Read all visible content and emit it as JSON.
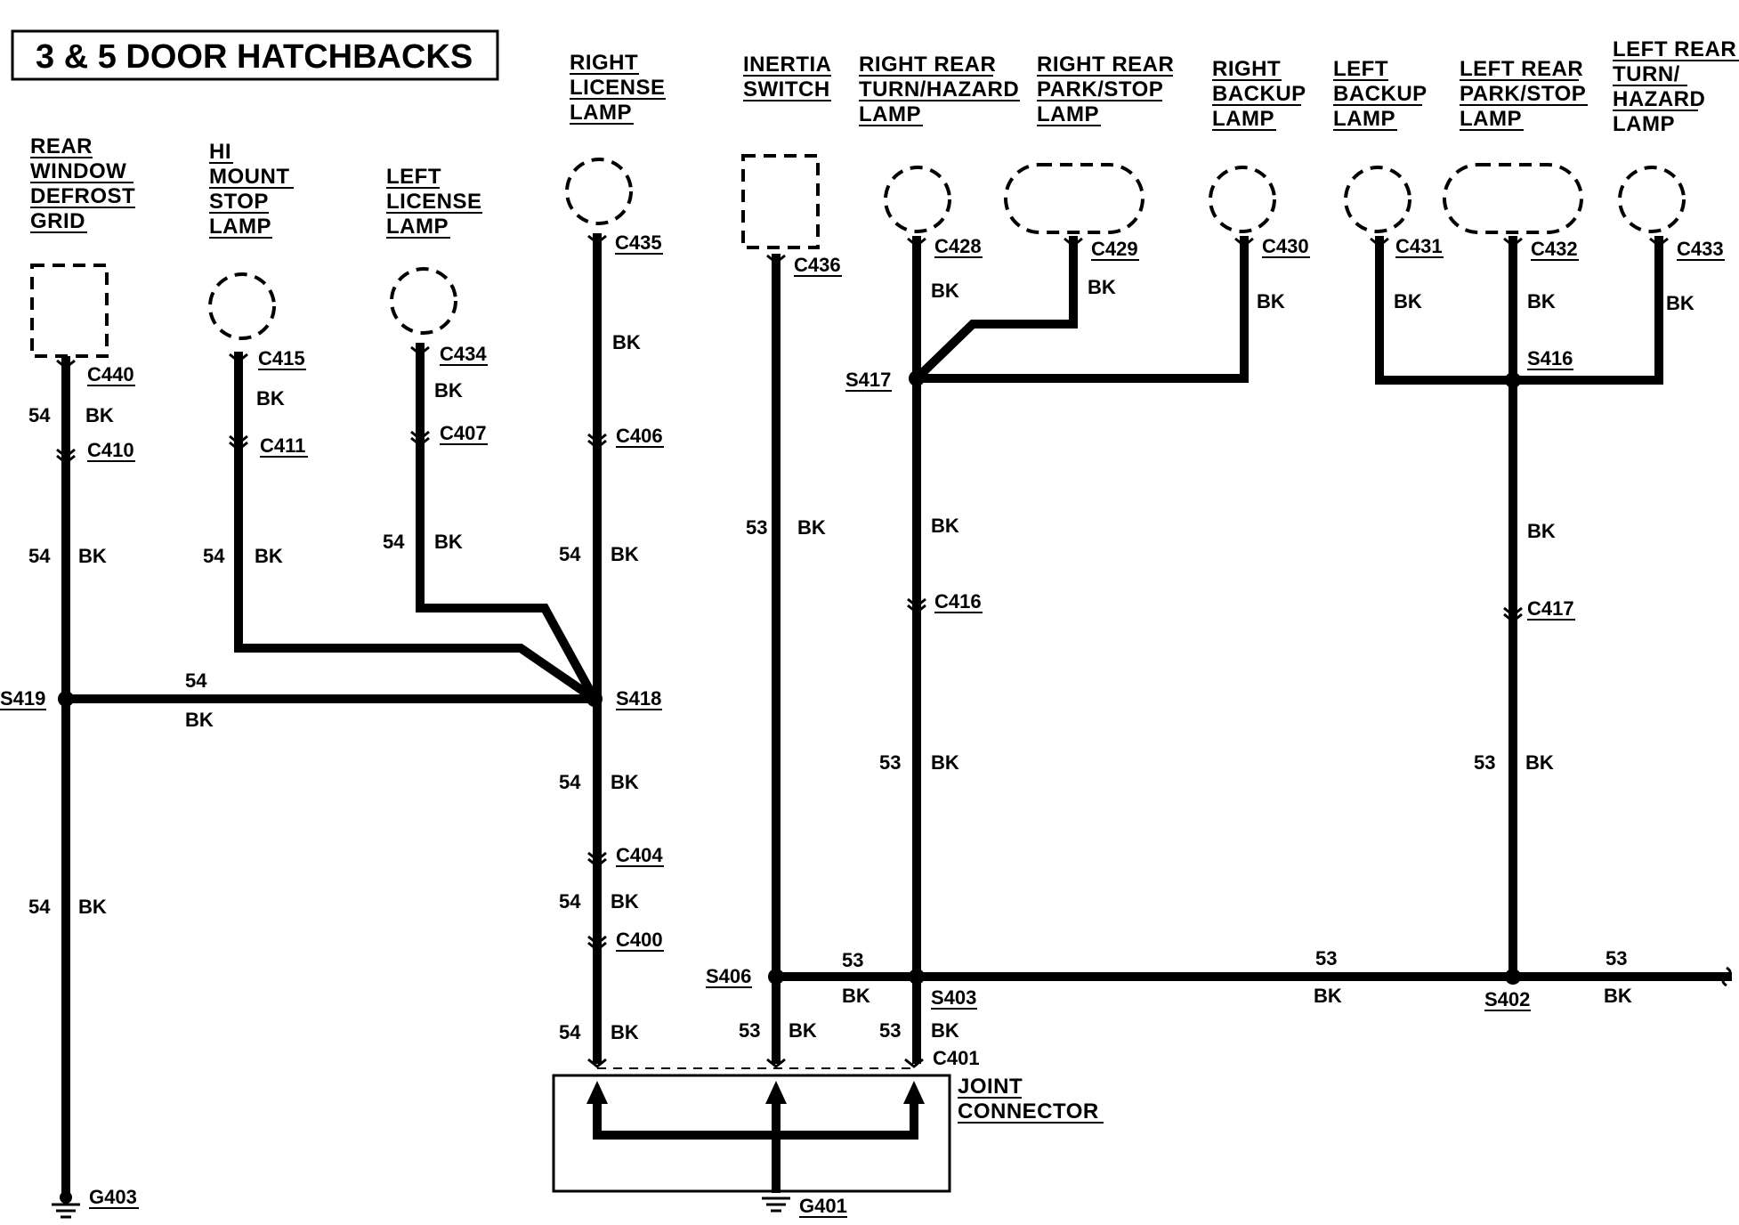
{
  "title": "3 & 5 DOOR HATCHBACKS",
  "components": {
    "rear_window_defrost_grid": [
      "REAR",
      "WINDOW",
      "DEFROST",
      "GRID"
    ],
    "hi_mount_stop_lamp": [
      "HI",
      "MOUNT",
      "STOP",
      "LAMP"
    ],
    "left_license_lamp": [
      "LEFT",
      "LICENSE",
      "LAMP"
    ],
    "right_license_lamp": [
      "RIGHT",
      "LICENSE",
      "LAMP"
    ],
    "inertia_switch": [
      "INERTIA",
      "SWITCH"
    ],
    "right_rear_turn_hazard_lamp": [
      "RIGHT REAR",
      "TURN/HAZARD",
      "LAMP"
    ],
    "right_rear_park_stop_lamp": [
      "RIGHT REAR",
      "PARK/STOP",
      "LAMP"
    ],
    "right_backup_lamp": [
      "RIGHT",
      "BACKUP",
      "LAMP"
    ],
    "left_backup_lamp": [
      "LEFT",
      "BACKUP",
      "LAMP"
    ],
    "left_rear_park_stop_lamp": [
      "LEFT REAR",
      "PARK/STOP",
      "LAMP"
    ],
    "left_rear_turn_hazard_lamp": [
      "LEFT REAR",
      "TURN/",
      "HAZARD",
      "LAMP"
    ],
    "joint_connector": [
      "JOINT",
      "CONNECTOR"
    ]
  },
  "connectors": {
    "c440": "C440",
    "c410": "C410",
    "c415": "C415",
    "c411": "C411",
    "c434": "C434",
    "c407": "C407",
    "c435": "C435",
    "c406": "C406",
    "c404": "C404",
    "c400": "C400",
    "c436": "C436",
    "c428": "C428",
    "c429": "C429",
    "c430": "C430",
    "c431": "C431",
    "c432": "C432",
    "c433": "C433",
    "c416": "C416",
    "c417": "C417",
    "c401": "C401"
  },
  "splices": {
    "s419": "S419",
    "s418": "S418",
    "s417": "S417",
    "s416": "S416",
    "s406": "S406",
    "s403": "S403",
    "s402": "S402"
  },
  "grounds": {
    "g403": "G403",
    "g401": "G401"
  },
  "wire": {
    "circuit_54": "54",
    "circuit_53": "53",
    "color_bk": "BK"
  }
}
